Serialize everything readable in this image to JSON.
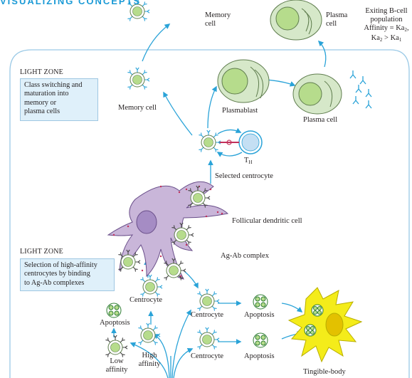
{
  "header": "VISUALIZING CONCEPTS",
  "zones": {
    "light_zone_1": {
      "title": "LIGHT ZONE",
      "text": [
        "Class switching and",
        "maturation into",
        "memory or",
        "plasma cells"
      ]
    },
    "light_zone_2": {
      "title": "LIGHT ZONE",
      "text": [
        "Selection of high-affinity",
        "centrocytes by binding",
        "to Ag-Ab complexes"
      ]
    }
  },
  "labels": {
    "memory_cell_top": [
      "Memory",
      "cell"
    ],
    "plasma_cell_top": [
      "Plasma",
      "cell"
    ],
    "exiting": {
      "line1": "Exiting B-cell",
      "line2": "population",
      "line3_text": "Affinity = Ka",
      "line3_sub": "2",
      "line3_end": ",",
      "line4_a": "Ka",
      "line4_a_sub": "2",
      "line4_op": " > Ka",
      "line4_b_sub": "1"
    },
    "memory_cell": "Memory cell",
    "plasmablast": "Plasmablast",
    "plasma_cell": "Plasma cell",
    "th": "T",
    "th_sub": "H",
    "selected_centrocyte": "Selected centrocyte",
    "follicular_dendritic_cell": "Follicular dendritic cell",
    "ag_ab_complex": "Ag-Ab complex",
    "centrocyte_left": "Centrocyte",
    "centrocyte_mid1": "Centrocyte",
    "centrocyte_mid2": "Centrocyte",
    "apoptosis_left": "Apoptosis",
    "apoptosis_1": "Apoptosis",
    "apoptosis_2": "Apoptosis",
    "low_affinity": [
      "Low",
      "affinity"
    ],
    "high_affinity": [
      "High",
      "affinity"
    ],
    "tingible_body": "Tingible-body"
  },
  "colors": {
    "accent_blue": "#1b9ad6",
    "arrow_blue": "#2aa3d8",
    "cell_green": "#b6dc8c",
    "plasma_green": "#d6e8c9",
    "light_zone_fill": "#dff0fa",
    "fdc_purple": "#c9b6d9",
    "macrophage_yellow": "#f4ec1a",
    "th_blue": "#c4dff3"
  }
}
